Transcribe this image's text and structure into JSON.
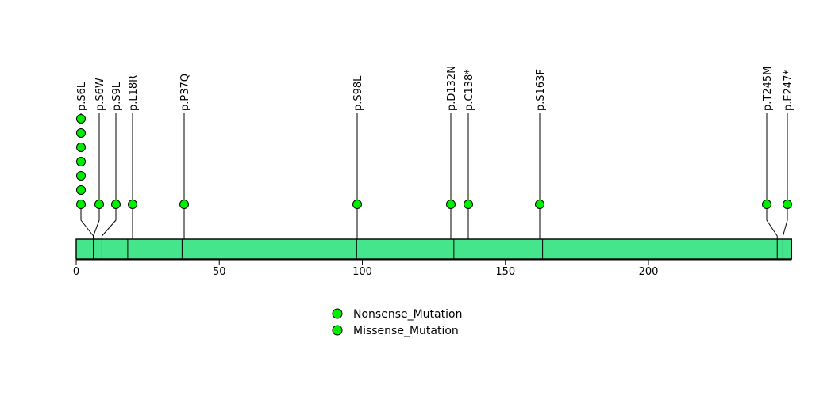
{
  "chart_data": {
    "type": "lollipop",
    "title": "",
    "xlabel": "",
    "ylabel": "",
    "xlim": [
      0,
      250
    ],
    "axis_ticks": [
      {
        "value": 0,
        "label": "0"
      },
      {
        "value": 50,
        "label": "50"
      },
      {
        "value": 100,
        "label": "100"
      },
      {
        "value": 150,
        "label": "150"
      },
      {
        "value": 200,
        "label": "200"
      }
    ],
    "protein_bar": {
      "start": 0,
      "end": 250,
      "color": "#45E68B"
    },
    "mutation_dot_color": "#00EE00",
    "mutations": [
      {
        "label": "p.S6L",
        "position": 6,
        "count": 7,
        "type": "Missense_Mutation",
        "bent_stem": true
      },
      {
        "label": "p.S6W",
        "position": 6,
        "count": 1,
        "type": "Missense_Mutation",
        "bent_stem": true
      },
      {
        "label": "p.S9L",
        "position": 9,
        "count": 1,
        "type": "Missense_Mutation",
        "bent_stem": true
      },
      {
        "label": "p.L18R",
        "position": 18,
        "count": 1,
        "type": "Missense_Mutation",
        "bent_stem": false
      },
      {
        "label": "p.P37Q",
        "position": 37,
        "count": 1,
        "type": "Missense_Mutation",
        "bent_stem": false
      },
      {
        "label": "p.S98L",
        "position": 98,
        "count": 1,
        "type": "Missense_Mutation",
        "bent_stem": false
      },
      {
        "label": "p.D132N",
        "position": 132,
        "count": 1,
        "type": "Missense_Mutation",
        "bent_stem": false
      },
      {
        "label": "p.C138*",
        "position": 138,
        "count": 1,
        "type": "Nonsense_Mutation",
        "bent_stem": false
      },
      {
        "label": "p.S163F",
        "position": 163,
        "count": 1,
        "type": "Missense_Mutation",
        "bent_stem": false
      },
      {
        "label": "p.T245M",
        "position": 245,
        "count": 1,
        "type": "Missense_Mutation",
        "bent_stem": true
      },
      {
        "label": "p.E247*",
        "position": 247,
        "count": 1,
        "type": "Nonsense_Mutation",
        "bent_stem": true
      }
    ],
    "legend": {
      "position": "bottom-center",
      "entries": [
        {
          "label": "Nonsense_Mutation",
          "color": "#00EE00"
        },
        {
          "label": "Missense_Mutation",
          "color": "#00EE00"
        }
      ]
    }
  }
}
